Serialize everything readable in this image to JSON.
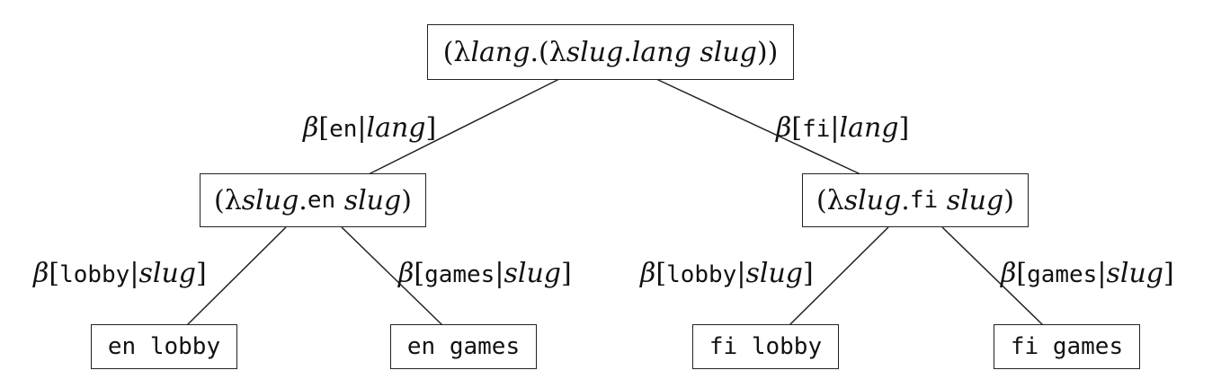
{
  "nodes": {
    "root": {
      "open": "(",
      "lambda": "λ",
      "var": "lang",
      "dot": ".",
      "open2": "(",
      "lambda2": "λ",
      "var2": "slug",
      "dot2": ".",
      "body": "lang slug",
      "close": "))"
    },
    "en": {
      "open": "(",
      "lambda": "λ",
      "var": "slug",
      "dot": ".",
      "lit": "en",
      "body": " slug",
      "close": ")"
    },
    "fi": {
      "open": "(",
      "lambda": "λ",
      "var": "slug",
      "dot": ".",
      "lit": "fi",
      "body": " slug",
      "close": ")"
    },
    "en_lobby": "en lobby",
    "en_games": "en games",
    "fi_lobby": "fi lobby",
    "fi_games": "fi games"
  },
  "edges": {
    "root_en": {
      "beta": "β",
      "open": "[",
      "lit": "en",
      "bar": "|",
      "var": "lang",
      "close": "]"
    },
    "root_fi": {
      "beta": "β",
      "open": "[",
      "lit": "fi",
      "bar": "|",
      "var": "lang",
      "close": "]"
    },
    "en_lobby": {
      "beta": "β",
      "open": "[",
      "lit": "lobby",
      "bar": "|",
      "var": "slug",
      "close": "]"
    },
    "en_games": {
      "beta": "β",
      "open": "[",
      "lit": "games",
      "bar": "|",
      "var": "slug",
      "close": "]"
    },
    "fi_lobby": {
      "beta": "β",
      "open": "[",
      "lit": "lobby",
      "bar": "|",
      "var": "slug",
      "close": "]"
    },
    "fi_games": {
      "beta": "β",
      "open": "[",
      "lit": "games",
      "bar": "|",
      "var": "slug",
      "close": "]"
    }
  }
}
